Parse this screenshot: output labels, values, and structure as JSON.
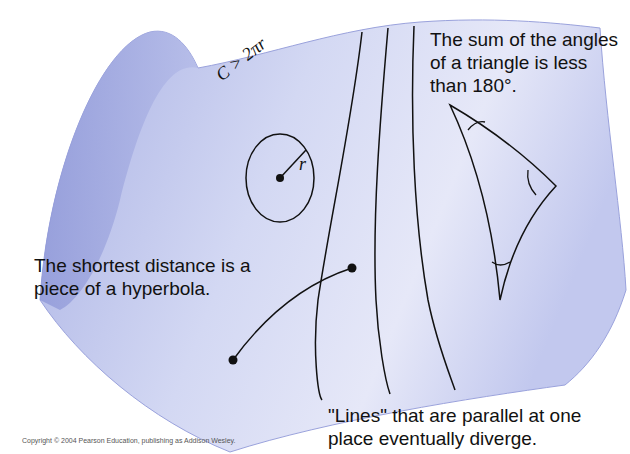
{
  "diagram": {
    "labels": [
      "The sum of the angles of a triangle is less than 180°.",
      "C > 2πr",
      "r",
      "The shortest distance is a piece of a hyperbola.",
      "\"Lines\" that are parallel at one place eventually diverge.",
      "Copyright © 2004 Pearson Education, publishing as Addison Wesley."
    ]
  }
}
